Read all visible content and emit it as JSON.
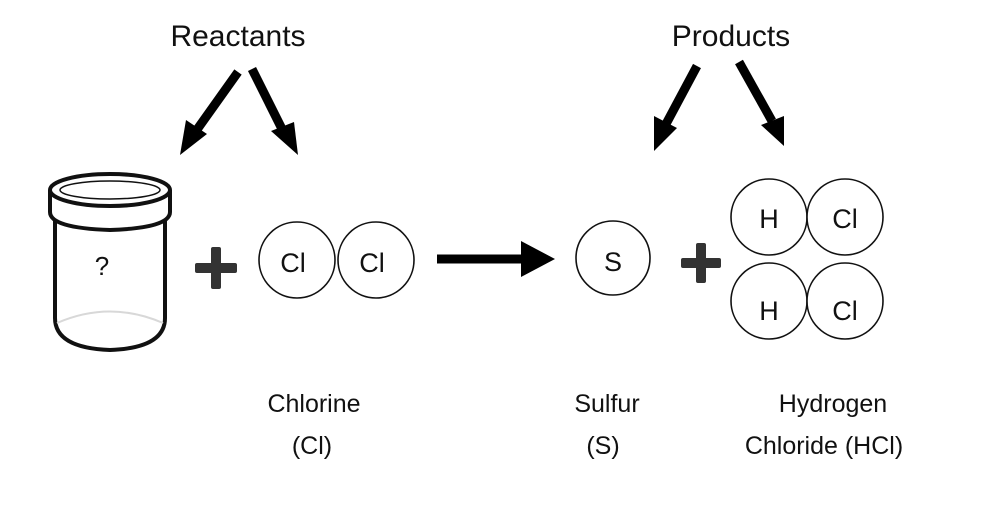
{
  "headings": {
    "reactants": "Reactants",
    "products": "Products"
  },
  "unknown_reactant": {
    "symbol": "?"
  },
  "chlorine": {
    "atoms": [
      "Cl",
      "Cl"
    ],
    "caption_name": "Chlorine",
    "caption_formula": "(Cl)"
  },
  "sulfur": {
    "atom": "S",
    "caption_name": "Sulfur",
    "caption_formula": "(S)"
  },
  "hydrogen_chloride": {
    "molecules": [
      {
        "atoms": [
          "H",
          "Cl"
        ]
      },
      {
        "atoms": [
          "H",
          "Cl"
        ]
      }
    ],
    "caption_line1": "Hydrogen",
    "caption_line2": "Chloride (HCl)"
  }
}
